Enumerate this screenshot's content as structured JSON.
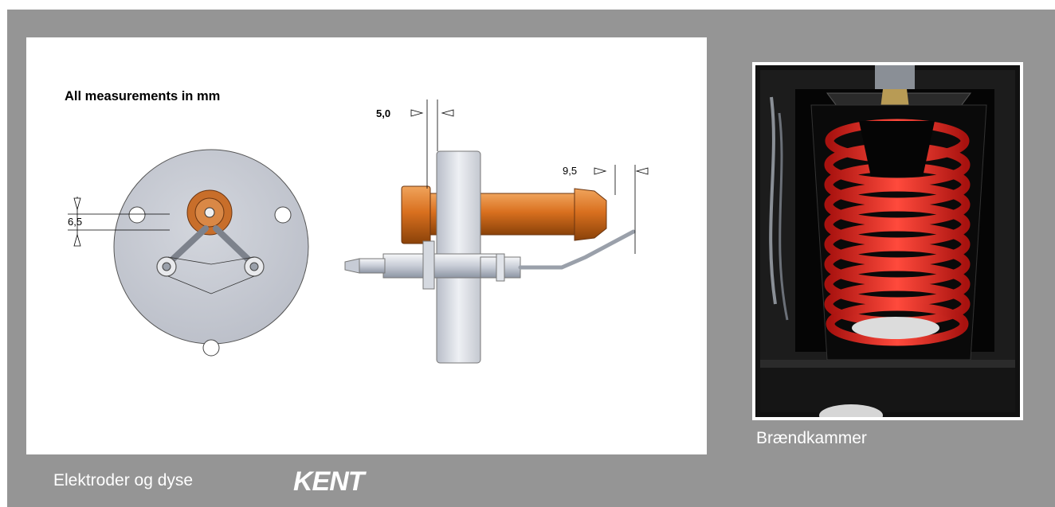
{
  "drawing": {
    "heading": "All measurements in mm",
    "dims": {
      "nozzle_offset": "5,0",
      "electrode_protrusion": "9,5",
      "electrode_height": "6,5"
    }
  },
  "captions": {
    "left": "Elektroder og dyse",
    "right": "Brændkammer"
  },
  "logo": {
    "text": "KENT"
  },
  "colors": {
    "frame": "#959595",
    "nozzle": "#d9701f",
    "plate": "#c9cdd6",
    "coil": "#e8231e"
  }
}
